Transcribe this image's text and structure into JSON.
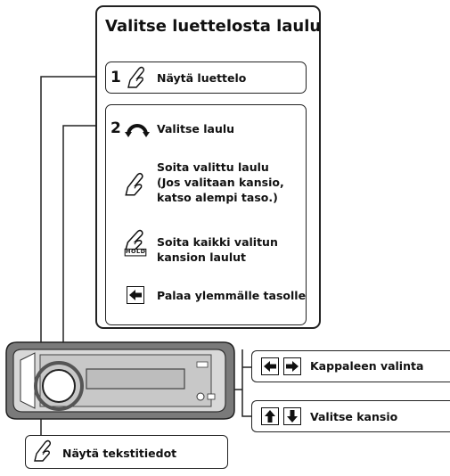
{
  "main": {
    "title": "Valitse luettelosta laulu",
    "step1": {
      "number": "1",
      "label": "Näytä luettelo"
    },
    "step2": {
      "number": "2",
      "label": "Valitse laulu",
      "actions": [
        {
          "icon": "finger-press-icon",
          "line1": "Soita valittu laulu",
          "line2": "(Jos valitaan kansio,",
          "line3": "katso alempi taso.)"
        },
        {
          "icon": "finger-hold-icon",
          "line1": "Soita kaikki valitun",
          "line2": "kansion laulut",
          "hold_text": "HOLD"
        },
        {
          "icon": "left-arrow-key-icon",
          "line1": "Palaa ylemmälle tasolle"
        }
      ]
    }
  },
  "side": {
    "track_select": {
      "label": "Kappaleen valinta",
      "icons": [
        "left-arrow-key-icon",
        "right-arrow-key-icon"
      ]
    },
    "folder_select": {
      "label": "Valitse kansio",
      "icons": [
        "up-arrow-key-icon",
        "down-arrow-key-icon"
      ]
    }
  },
  "bottom": {
    "label": "Näytä tekstitiedot",
    "icon": "finger-press-icon"
  }
}
